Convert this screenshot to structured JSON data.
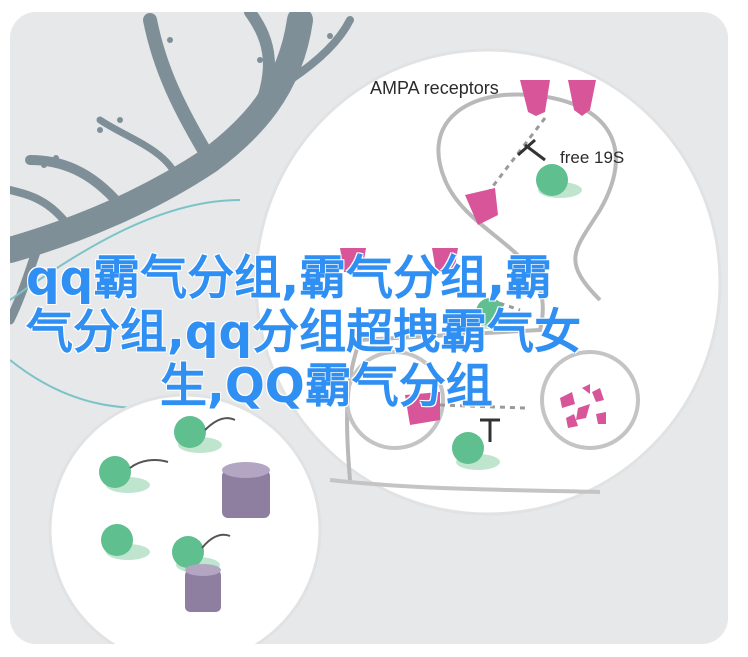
{
  "illustration": {
    "receptor_label": "AMPA receptors",
    "subunit_label": "free 19S",
    "colors": {
      "background": "#e6e8ea",
      "tree": "#7f8f98",
      "receptor": "#d9559a",
      "proteasome": "#5fbf8f",
      "barrel": "#8e7fa0",
      "arrow": "#8a8a8a"
    }
  },
  "overlay": {
    "line1": "qq霸气分组,霸气分组,霸",
    "line2": "气分组,qq分组超拽霸气女",
    "line3": "生,QQ霸气分组"
  }
}
